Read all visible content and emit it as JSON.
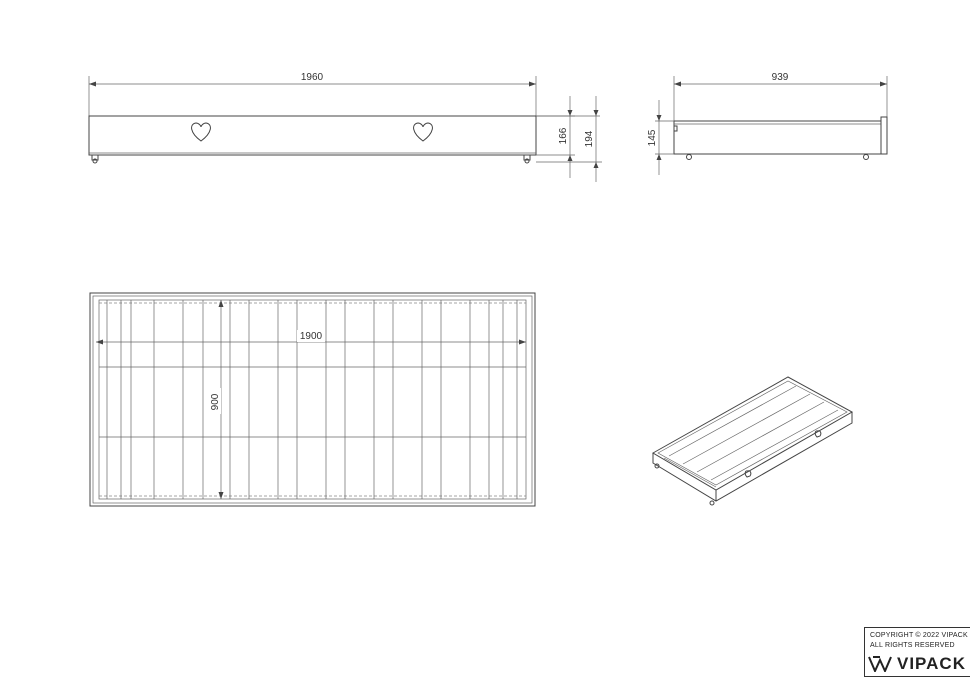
{
  "dimensions": {
    "overall_length": "1960",
    "overall_depth": "939",
    "height_body": "166",
    "height_total": "194",
    "height_side": "145",
    "inner_length": "1900",
    "inner_width": "900"
  },
  "copyright": {
    "line1": "COPYRIGHT  © 2022 VIPACK",
    "line2": "ALL RIGHTS RESERVED",
    "brand": "VIPACK"
  },
  "icons": [
    "heart-icon",
    "vipack-logo-icon"
  ]
}
